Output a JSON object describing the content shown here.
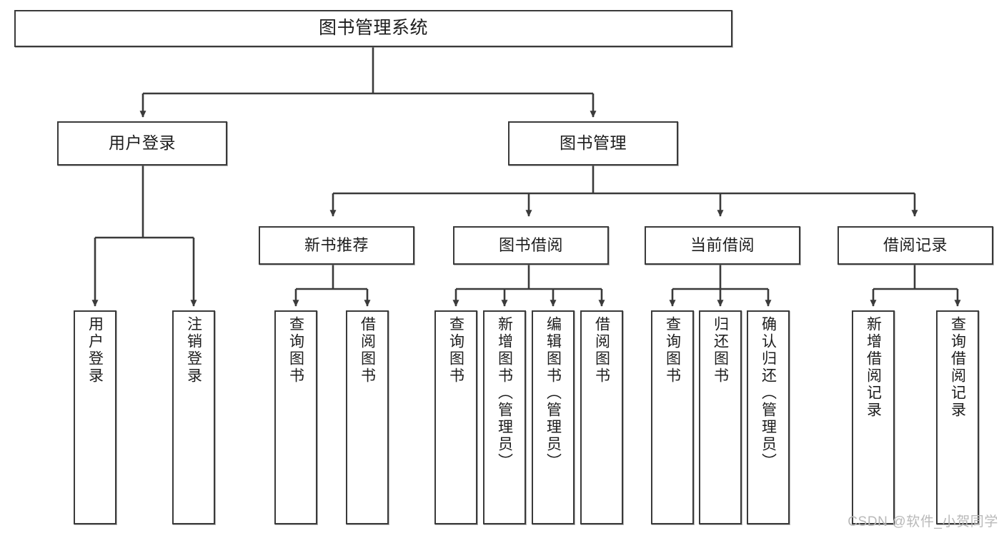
{
  "diagram": {
    "title": "图书管理系统",
    "type": "tree",
    "watermark": "CSDN @软件_小贺同学",
    "colors": {
      "stroke": "#3a3a3a",
      "fill": "#ffffff",
      "text": "#1d1d1d",
      "watermark": "#b9b9b9"
    },
    "root": {
      "label": "图书管理系统"
    },
    "level2": [
      {
        "label": "用户登录"
      },
      {
        "label": "图书管理"
      }
    ],
    "level3": [
      {
        "label": "新书推荐"
      },
      {
        "label": "图书借阅"
      },
      {
        "label": "当前借阅"
      },
      {
        "label": "借阅记录"
      }
    ],
    "leaves": {
      "user_login": [
        {
          "label": "用户登录"
        },
        {
          "label": "注销登录"
        }
      ],
      "new_book": [
        {
          "label": "查询图书"
        },
        {
          "label": "借阅图书"
        }
      ],
      "book_borrow": [
        {
          "label": "查询图书"
        },
        {
          "label": "新增图书（管理员）"
        },
        {
          "label": "编辑图书（管理员）"
        },
        {
          "label": "借阅图书"
        }
      ],
      "current_borrow": [
        {
          "label": "查询图书"
        },
        {
          "label": "归还图书"
        },
        {
          "label": "确认归还（管理员）"
        }
      ],
      "borrow_record": [
        {
          "label": "新增借阅记录"
        },
        {
          "label": "查询借阅记录"
        }
      ]
    }
  }
}
